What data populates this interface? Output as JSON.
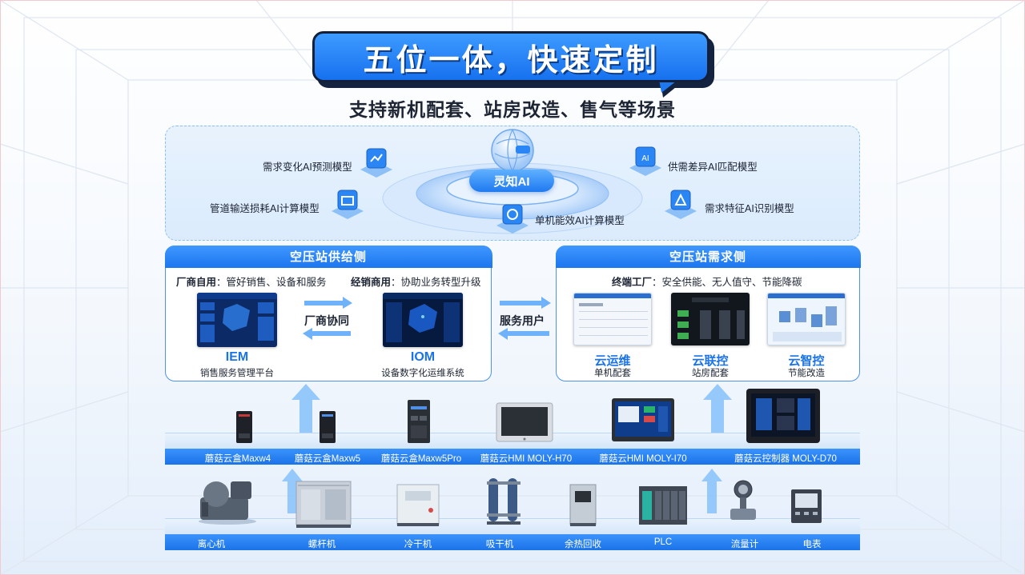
{
  "header": {
    "title": "五位一体，快速定制",
    "subtitle": "支持新机配套、站房改造、售气等场景"
  },
  "ai": {
    "core_label": "灵知AI",
    "models": {
      "demand_forecast": "需求变化AI预测模型",
      "pipeline_loss": "管道输送损耗AI计算模型",
      "unit_efficiency": "单机能效AI计算模型",
      "supply_match": "供需差异AI匹配模型",
      "demand_feature": "需求特征AI识别模型"
    },
    "icon_text": "AI"
  },
  "supply": {
    "title": "空压站供给侧",
    "manufacturer_key": "厂商自用",
    "manufacturer_desc": "：管好销售、设备和服务",
    "dealer_key": "经销商用",
    "dealer_desc": "：协助业务转型升级",
    "collab_label": "厂商协同",
    "iem": {
      "name": "IEM",
      "desc": "销售服务管理平台"
    },
    "iom": {
      "name": "IOM",
      "desc": "设备数字化运维系统"
    }
  },
  "service_users_label": "服务用户",
  "demand": {
    "title": "空压站需求侧",
    "factory_key": "终端工厂",
    "factory_desc": "：安全供能、无人值守、节能降碳",
    "products": [
      {
        "name": "云运维",
        "desc": "单机配套"
      },
      {
        "name": "云联控",
        "desc": "站房配套"
      },
      {
        "name": "云智控",
        "desc": "节能改造"
      }
    ]
  },
  "gateways": [
    "蘑菇云盒Maxw4",
    "蘑菇云盒Maxw5",
    "蘑菇云盒Maxw5Pro",
    "蘑菇云HMI MOLY-H70",
    "蘑菇云HMI MOLY-I70",
    "蘑菇云控制器 MOLY-D70"
  ],
  "equipment": [
    "离心机",
    "螺杆机",
    "冷干机",
    "吸干机",
    "余热回收",
    "PLC",
    "流量计",
    "电表"
  ],
  "colors": {
    "brand_blue": "#1b73e8",
    "bar_blue": "#2a86f4",
    "outline_dark": "#13203a"
  }
}
